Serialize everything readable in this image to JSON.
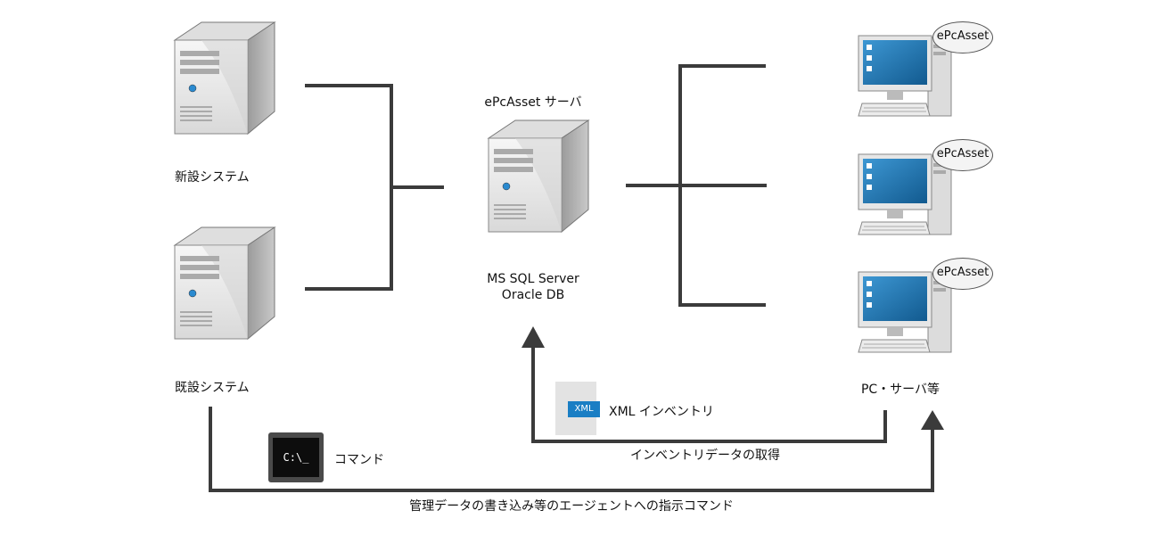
{
  "nodes": {
    "new_system": "新設システム",
    "legacy_system": "既設システム",
    "server_title": "ePcAsset サーバ",
    "db_line1": "MS SQL Server",
    "db_line2": "Oracle DB",
    "clients": "PC・サーバ等",
    "agent_label": "ePcAsset"
  },
  "icons": {
    "command_prompt": "C:\\_",
    "xml_badge": "XML"
  },
  "edges": {
    "command": "コマンド",
    "xml_inventory": "XML インベントリ",
    "inventory_fetch": "インベントリデータの取得",
    "agent_command": "管理データの書き込み等のエージェントへの指示コマンド"
  },
  "colors": {
    "line": "#3b3b3b",
    "xml_badge": "#1a7ec4",
    "monitor_screen": "#1f6fa8"
  }
}
